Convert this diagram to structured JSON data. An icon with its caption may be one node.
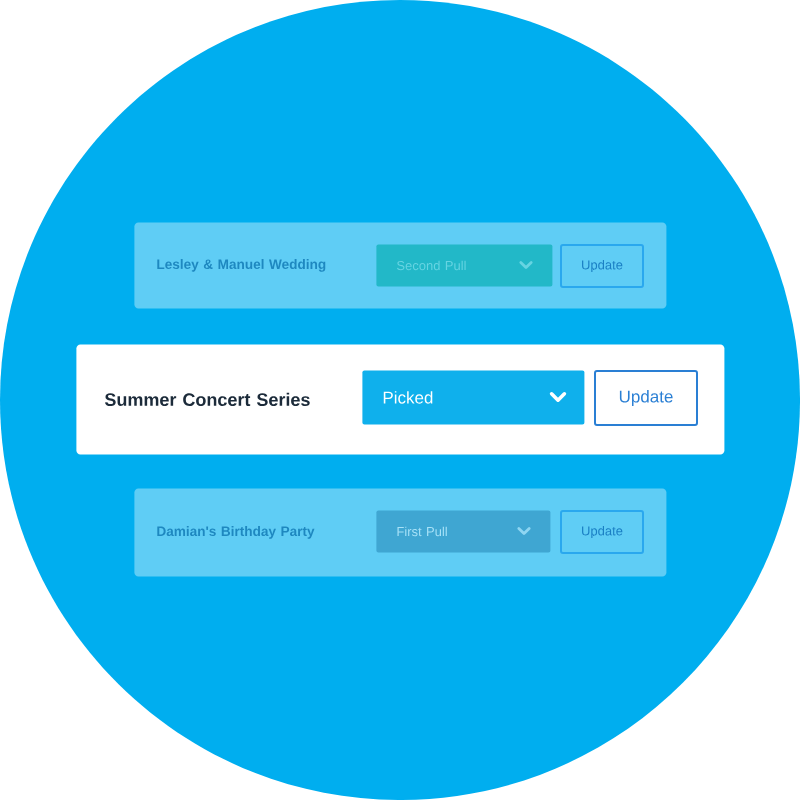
{
  "diagram": {
    "nodes": [
      {
        "text": [
          "Lesley & Manuel Wedding"
        ]
      },
      {
        "text": [
          "Second Pull"
        ],
        "in": 0
      },
      {
        "text": [
          "Update"
        ],
        "in": 0
      },
      {
        "text": [
          "Summer Concert Series"
        ]
      },
      {
        "text": [
          "Picked"
        ],
        "in": 3
      },
      {
        "text": [
          "Update"
        ],
        "in": 3
      },
      {
        "text": [
          "Damian's Birthday Party"
        ]
      },
      {
        "text": [
          "First Pull"
        ],
        "in": 6
      },
      {
        "text": [
          "Update"
        ],
        "in": 6
      }
    ]
  }
}
